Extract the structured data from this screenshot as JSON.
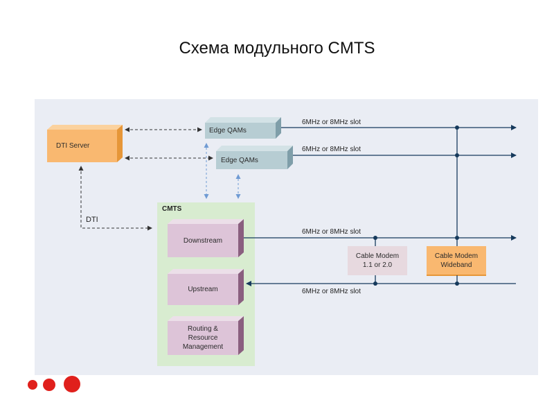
{
  "title": "Схема модульного CMTS",
  "diagram": {
    "dti_server": "DTI Server",
    "edge_qam_1": "Edge QAMs",
    "edge_qam_2": "Edge QAMs",
    "cmts_label": "CMTS",
    "downstream": "Downstream",
    "upstream": "Upstream",
    "routing": "Routing &\nResource\nManagement",
    "cable_modem_1": "Cable Modem\n1.1 or 2.0",
    "cable_modem_wideband": "Cable Modem\nWideband",
    "dti_link_label": "DTI",
    "slot_label_1": "6MHz or 8MHz slot",
    "slot_label_2": "6MHz or 8MHz slot",
    "slot_label_3": "6MHz or 8MHz slot",
    "slot_label_4": "6MHz or 8MHz slot"
  },
  "colors": {
    "orange_box": "#f9b870",
    "qam_box": "#b7cdd3",
    "pink_box": "#ddc4d8",
    "modem_box": "#e7d9df",
    "line": "#163a5c",
    "dashed_arrow": "#6f9bd3",
    "dashed_black": "#333333",
    "cmts_region": "#d8ecd0",
    "panel": "#eaedf4",
    "accent_red": "#e0201c"
  }
}
